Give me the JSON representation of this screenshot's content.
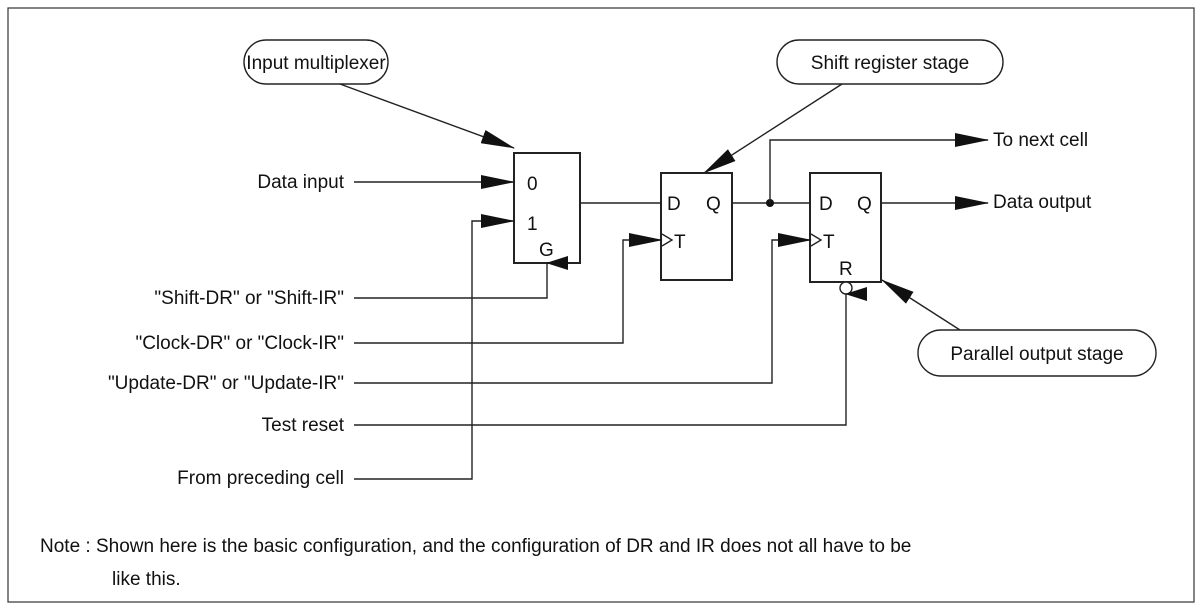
{
  "callouts": {
    "input_mux": "Input multiplexer",
    "shift_stage": "Shift register stage",
    "parallel_stage": "Parallel output stage"
  },
  "inputs": {
    "data_input": "Data input",
    "shift": "\"Shift-DR\" or \"Shift-IR\"",
    "clock": "\"Clock-DR\" or \"Clock-IR\"",
    "update": "\"Update-DR\" or \"Update-IR\"",
    "test_reset": "Test reset",
    "preceding": "From preceding cell"
  },
  "outputs": {
    "next_cell": "To next cell",
    "data_output": "Data output"
  },
  "mux_pins": {
    "in0": "0",
    "in1": "1",
    "select": "G"
  },
  "ff1_pins": {
    "d": "D",
    "q": "Q",
    "t": "T"
  },
  "ff2_pins": {
    "d": "D",
    "q": "Q",
    "t": "T",
    "r": "R"
  },
  "note": {
    "line1": "Note : Shown here is the basic configuration, and the configuration of DR and IR does not all have to be",
    "line2": "like this."
  }
}
